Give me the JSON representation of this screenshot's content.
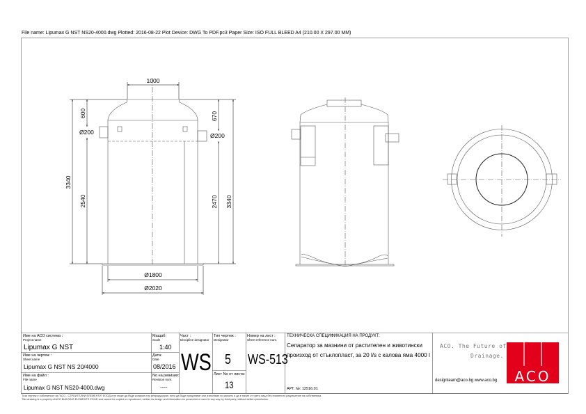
{
  "header": {
    "plot_info": "File name: Lipumax G NST NS20-4000.dwg   Plotted: 2016-08-22   Plot Device: DWG To PDF.pc3   Paper Size: ISO FULL BLEED A4 (210.00 X 297.00 MM)"
  },
  "drawing": {
    "dims": {
      "neck": "1000",
      "h_total_left": "3340",
      "h_inlet_top": "600",
      "h_inlet": "2540",
      "h_outlet_top": "670",
      "h_outlet": "2470",
      "h_total_right": "3340",
      "inlet_dia": "Ø200",
      "outlet_dia": "Ø200",
      "body_dia": "Ø1800",
      "base_dia": "Ø2020"
    }
  },
  "title_block": {
    "project_label": "Име на АСО система :",
    "project_label_en": "Project name",
    "project_value": "Lipumax G NST",
    "sheet_label": "Име на чертеж :",
    "sheet_label_en": "Sheet name",
    "sheet_value": "Lipumax G NST NS 20/4000",
    "file_label": "Име на файл :",
    "file_label_en": "File name",
    "file_value": "Lipumax G NST NS20-4000.dwg",
    "scale_label": "Мащаб:",
    "scale_label_en": "Scale",
    "scale_value": "1:40",
    "date_label": "Дата:",
    "date_label_en": "Date",
    "date_value": "08/2016",
    "revision_label": "No на ревизия:",
    "revision_label_en": "Revision num.",
    "revision_value": "----",
    "discipline_label": "Част :",
    "discipline_label_en": "Discipline designator",
    "discipline_value": "WS",
    "designator_label": "Тип чертеж :",
    "designator_label_en": "Designator",
    "designator_value": "5",
    "sheets_label": "Лист No от листа:",
    "sheets_value": "13",
    "sheet_ref_label": "Номер на лист :",
    "sheet_ref_label_en": "Sheet reference num.",
    "sheet_ref_value": "WS-513",
    "spec_title": "ТЕХНИЧЕСКА СПЕЦИФИКАЦИЯ НА ПРОДУКТ:",
    "spec_line1": "Сепаратор за мазнини от растителен и животински",
    "spec_line2": "произход от стъклопласт, за 20 l/s с калова яма 4000 l",
    "article": "АРТ. №: 12516.01",
    "slogan_line1": "ACO. The Future of",
    "slogan_line2": "Drainage.",
    "contact": "designteam@aco.bg  www.aco.bg",
    "logo_text": "ACO",
    "logo_color": "#e2001a"
  },
  "footer": {
    "line_bg": "Този чертеж е собственост на \"АСО - СТРОИТЕЛНИ ЕЛЕМЕНТИ\" ЕООД и не може да бъде копиран или репродуциран, нито да бъде представян или използван по какъвто и да е начин от трети лица без писменото разрешение на собственика.",
    "line_en": "This drawing is a property of ACO BUILDING ELEMENTS EOOD and cannot be copied or reproduced, neither its design and information be presented or used in any way by third party, without written permission."
  }
}
